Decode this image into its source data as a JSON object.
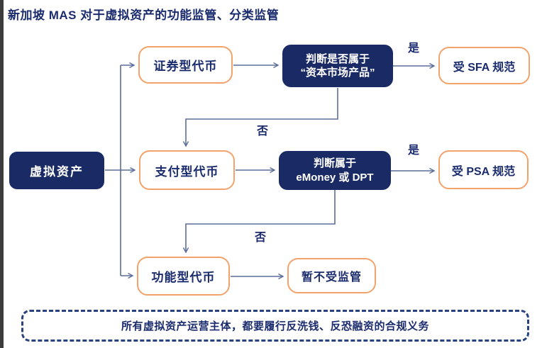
{
  "title": "新加坡 MAS 对于虚拟资产的功能监管、分类监管",
  "colors": {
    "navy": "#1a2a64",
    "orange": "#f2a36b",
    "line": "#5c6d99",
    "dashed_border": "#27427e",
    "text_navy": "#1b2c6e",
    "edge_strip": "#3c3c3c"
  },
  "nodes": {
    "root": "虚拟资产",
    "security_token": "证券型代币",
    "payment_token": "支付型代币",
    "utility_token": "功能型代币",
    "decision_capital_line1": "判断是否属于",
    "decision_capital_line2": "“资本市场产品”",
    "decision_emoney_line1": "判断属于",
    "decision_emoney_line2": "eMoney 或 DPT",
    "result_sfa": "受 SFA 规范",
    "result_psa": "受 PSA 规范",
    "result_none": "暂不受监管"
  },
  "edge_labels": {
    "yes1": "是",
    "no1": "否",
    "yes2": "是",
    "no2": "否"
  },
  "footer_note": "所有虚拟资产运营主体，都要履行反洗钱、反恐融资的合规义务"
}
